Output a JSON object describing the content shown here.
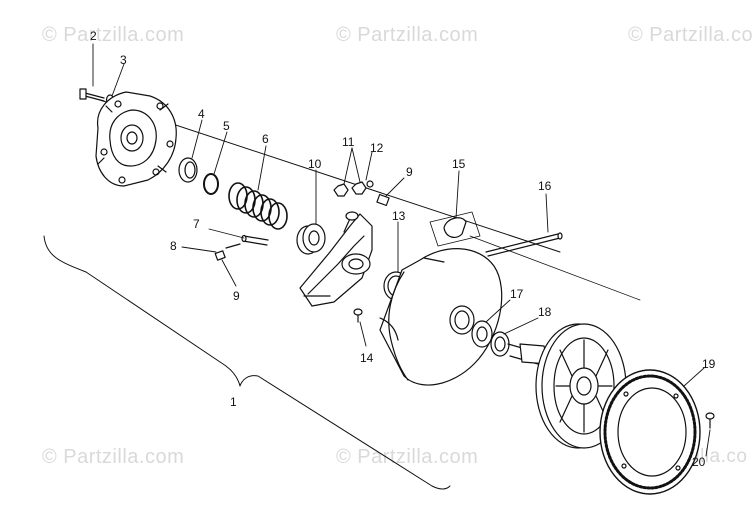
{
  "watermark": {
    "text": "Partzilla.com",
    "symbol": "©",
    "partial_text": "Partzilla.co"
  },
  "callouts": [
    "1",
    "2",
    "3",
    "4",
    "5",
    "6",
    "7",
    "8",
    "9",
    "9",
    "11",
    "12",
    "10",
    "13",
    "14",
    "15",
    "16",
    "17",
    "18",
    "19",
    "20"
  ],
  "colors": {
    "ink": "#111111",
    "watermark": "#d9d9d9",
    "background": "#ffffff"
  }
}
